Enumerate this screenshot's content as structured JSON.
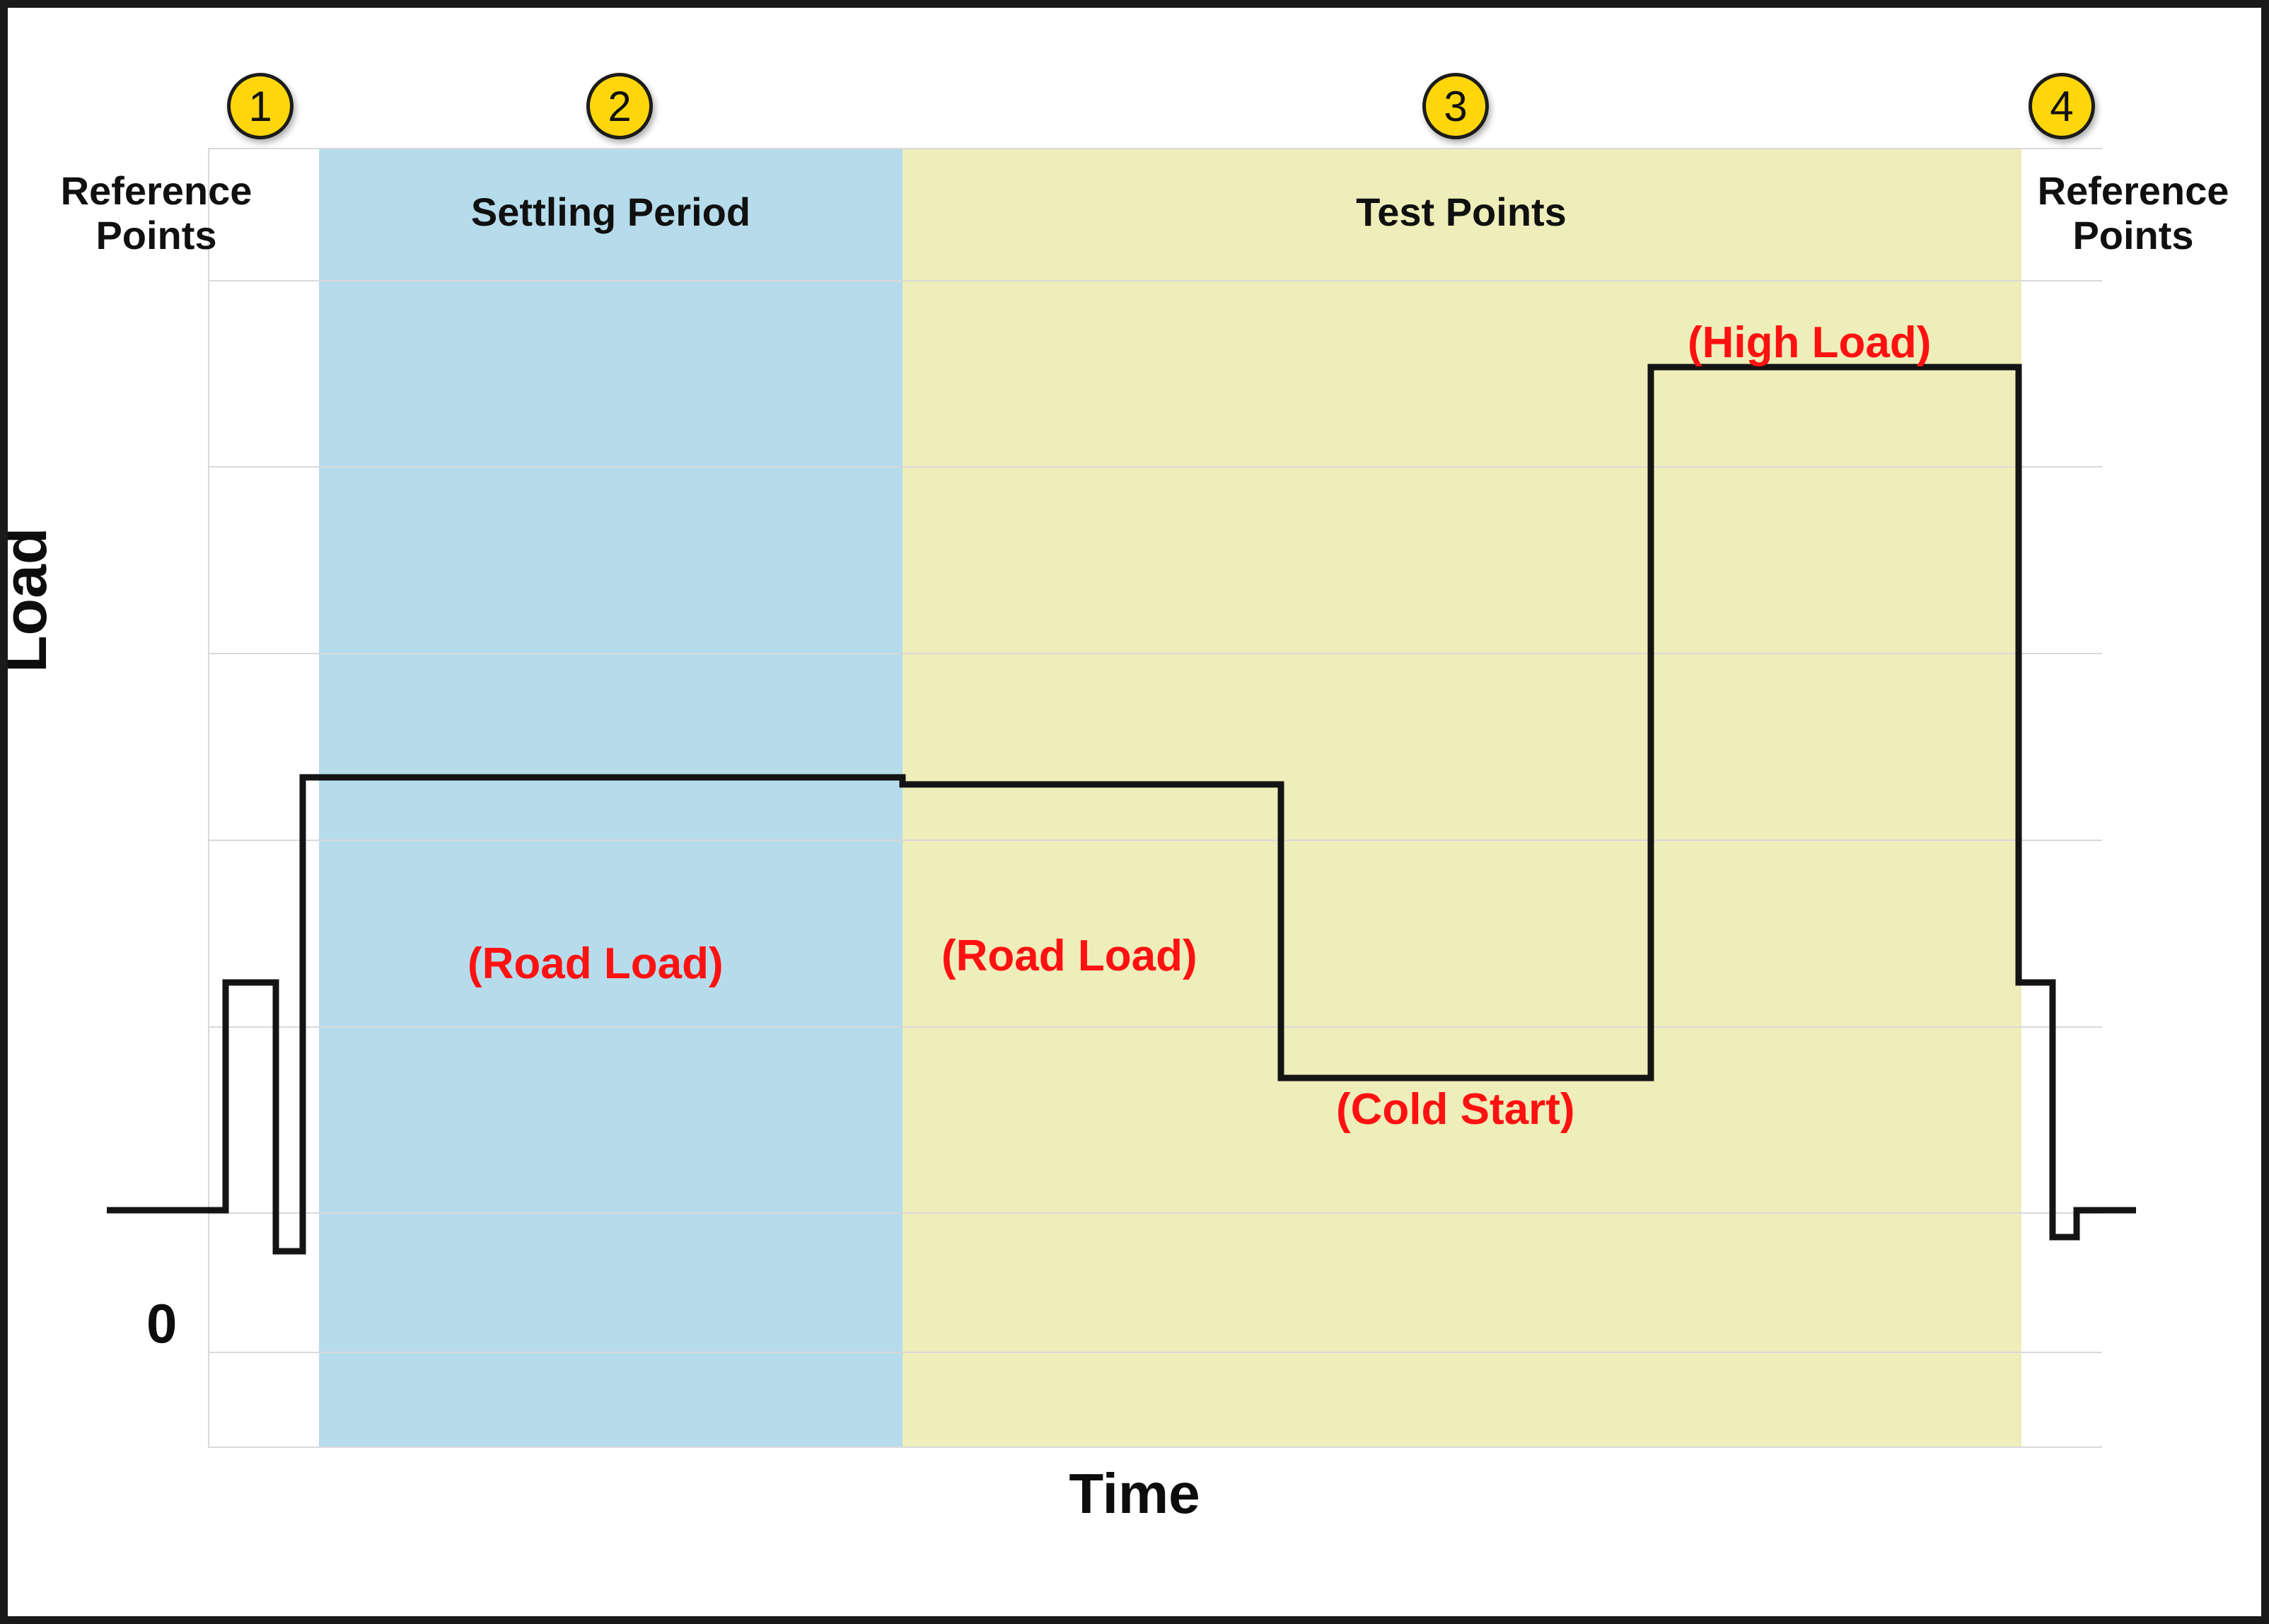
{
  "chart_data": {
    "type": "line",
    "title": "",
    "xlabel": "Time",
    "ylabel": "Load",
    "y_tick_labels": [
      "0"
    ],
    "grid": true,
    "legend": null,
    "annotations": [
      {
        "id": "road-load-settling",
        "text": "(Road Load)",
        "color": "#ff1111",
        "phase": "Settling Period"
      },
      {
        "id": "road-load-test",
        "text": "(Road Load)",
        "color": "#ff1111",
        "phase": "Test Points"
      },
      {
        "id": "cold-start",
        "text": "(Cold Start)",
        "color": "#ff1111",
        "phase": "Test Points"
      },
      {
        "id": "high-load",
        "text": "(High Load)",
        "color": "#ff1111",
        "phase": "Test Points"
      }
    ],
    "regions": [
      {
        "label": "Reference Points",
        "marker": "1",
        "color": "#ffffff",
        "x_start": 0.0,
        "x_end": 0.059
      },
      {
        "label": "Settling Period",
        "marker": "2",
        "color": "#b6dcec",
        "x_start": 0.059,
        "x_end": 0.367
      },
      {
        "label": "Test Points",
        "marker": "3",
        "color": "#eeeeba",
        "x_start": 0.367,
        "x_end": 0.957
      },
      {
        "label": "Reference Points",
        "marker": "4",
        "color": "#ffffff",
        "x_start": 0.957,
        "x_end": 1.0
      }
    ],
    "series": [
      {
        "name": "Load profile",
        "step": "post",
        "color": "#141414",
        "points": [
          {
            "x": 0.0,
            "y": 0.0,
            "segment": "zero-baseline"
          },
          {
            "x": 0.036,
            "y": 0.0,
            "segment": "zero-baseline"
          },
          {
            "x": 0.036,
            "y": 0.19,
            "segment": "reference-pulse-1-rise"
          },
          {
            "x": 0.063,
            "y": 0.19,
            "segment": "reference-pulse-1-top"
          },
          {
            "x": 0.063,
            "y": -0.03,
            "segment": "reference-pulse-1-fall"
          },
          {
            "x": 0.077,
            "y": -0.03,
            "segment": "reference-pulse-1-bottom"
          },
          {
            "x": 0.077,
            "y": 0.41,
            "segment": "road-load-rise"
          },
          {
            "x": 0.593,
            "y": 0.41,
            "segment": "road-load-settling-plateau"
          },
          {
            "x": 0.593,
            "y": 0.4,
            "segment": "road-load-test-plateau"
          },
          {
            "x": 0.765,
            "y": 0.4,
            "segment": "road-load-test-plateau"
          },
          {
            "x": 0.765,
            "y": 0.14,
            "segment": "cold-start-drop"
          },
          {
            "x": 0.957,
            "y": 0.14,
            "segment": "cold-start-plateau"
          },
          {
            "x": 0.957,
            "y": 0.95,
            "segment": "high-load-rise"
          },
          {
            "x": 1.0,
            "y": 0.95,
            "segment": "high-load-plateau"
          },
          {
            "x": 1.0,
            "y": 0.19,
            "segment": "high-load-fall"
          },
          {
            "x": 1.018,
            "y": 0.19,
            "segment": "reference-pulse-2-top"
          },
          {
            "x": 1.018,
            "y": -0.03,
            "segment": "reference-pulse-2-fall"
          },
          {
            "x": 1.03,
            "y": -0.03,
            "segment": "reference-pulse-2-bottom"
          },
          {
            "x": 1.03,
            "y": 0.0,
            "segment": "zero-return"
          },
          {
            "x": 1.06,
            "y": 0.0,
            "segment": "zero-return"
          }
        ]
      }
    ],
    "ylim": [
      -0.12,
      1.08
    ],
    "xlim": [
      0.0,
      1.06
    ],
    "gridline_values": [
      0.0,
      0.14,
      0.29,
      0.44,
      0.59,
      0.73,
      0.88,
      1.0
    ]
  },
  "axes": {
    "y_title": "Load",
    "x_title": "Time",
    "y_zero_label": "0"
  },
  "regions": {
    "reference_left": {
      "marker": "1",
      "heading": "Reference\nPoints",
      "line1": "Reference",
      "line2": "Points"
    },
    "settling": {
      "marker": "2",
      "heading": "Settling Period"
    },
    "test": {
      "marker": "3",
      "heading": "Test Points"
    },
    "reference_right": {
      "marker": "4",
      "heading": "Reference\nPoints",
      "line1": "Reference",
      "line2": "Points"
    }
  },
  "annotations": {
    "road_load_1": "(Road Load)",
    "road_load_2": "(Road Load)",
    "cold_start": "(Cold Start)",
    "high_load": "(High Load)"
  },
  "colors": {
    "settling_band": "#b6dcec",
    "test_band": "#eeeeba",
    "annotation_red": "#ff1111",
    "callout_yellow": "#ffd60a",
    "signal_line": "#141414",
    "gridline": "#d9d9d9",
    "frame": "#1a1a1a"
  }
}
